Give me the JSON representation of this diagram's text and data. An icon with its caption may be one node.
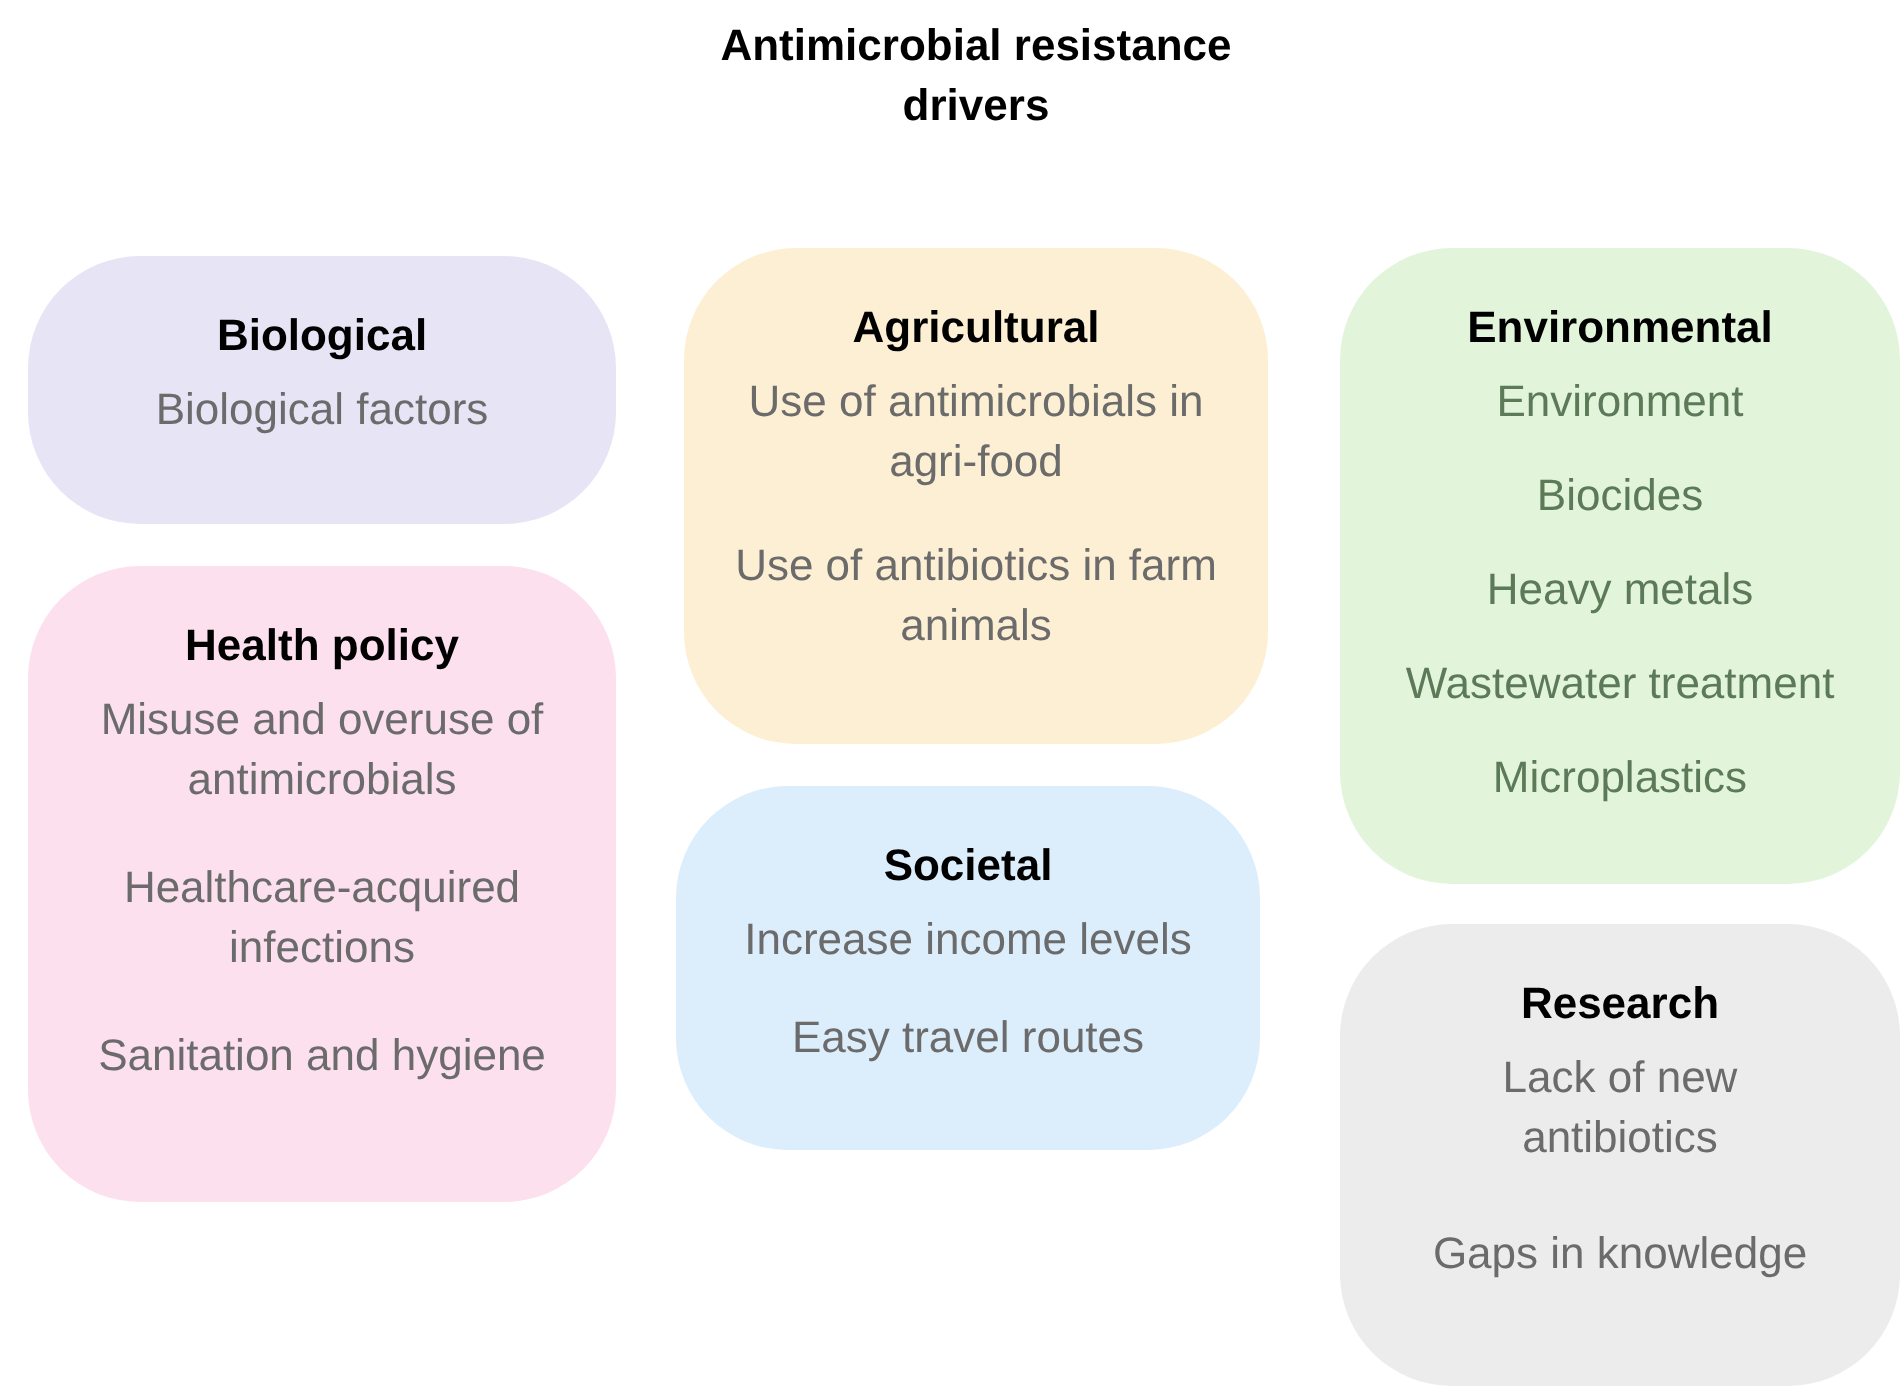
{
  "diagram": {
    "title": "Antimicrobial resistance drivers",
    "nodes": [
      {
        "text": [
          "Biological",
          "Biological factors"
        ]
      },
      {
        "text": [
          "Health policy",
          "Misuse and overuse of antimicrobials",
          "Healthcare-acquired infections",
          "Sanitation and hygiene"
        ]
      },
      {
        "text": [
          "Agricultural",
          "Use of antimicrobials in agri-food",
          "Use of antibiotics in farm animals"
        ]
      },
      {
        "text": [
          "Societal",
          "Increase income levels",
          "Easy travel routes"
        ]
      },
      {
        "text": [
          "Environmental",
          "Environment",
          "Biocides",
          "Heavy metals",
          "Wastewater treatment",
          "Microplastics"
        ]
      },
      {
        "text": [
          "Research",
          "Lack of new antibiotics",
          "Gaps in knowledge"
        ]
      }
    ],
    "edges": []
  }
}
